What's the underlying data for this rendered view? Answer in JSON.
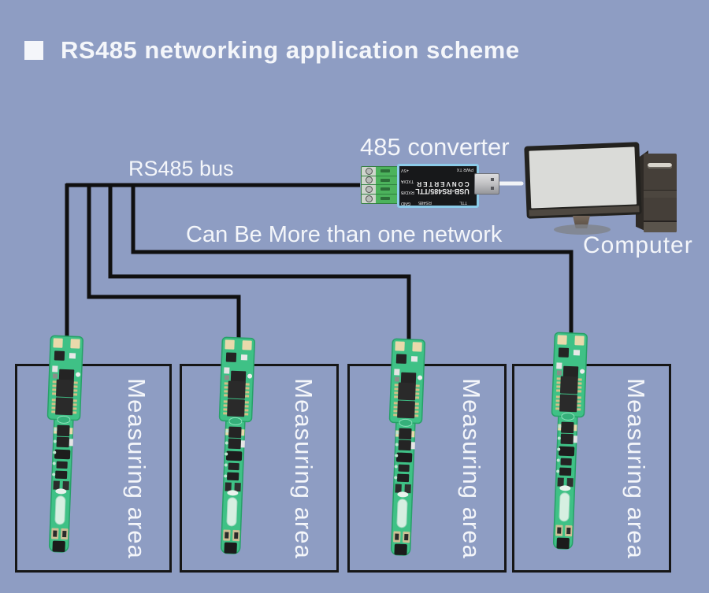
{
  "title": {
    "text": "RS485 networking application scheme"
  },
  "labels": {
    "bus": "RS485 bus",
    "converter": "485 converter",
    "network_note": "Can Be More than one network",
    "computer": "Computer"
  },
  "converter_device": {
    "name_line1": "USB-RS485/TTL",
    "name_line2": "CONVERTER",
    "pins": [
      "+5V",
      "TXD/A",
      "RXD/B",
      "GND"
    ],
    "status_leds": "PWR TX",
    "edge_left": "TTL",
    "edge_right": "RS485"
  },
  "measuring_areas": [
    {
      "label": "Measuring area"
    },
    {
      "label": "Measuring area"
    },
    {
      "label": "Measuring area"
    },
    {
      "label": "Measuring area"
    }
  ],
  "colors": {
    "bg": "#8e9dc3",
    "text": "#f4f6fa",
    "wire": "#101010",
    "boxline": "#161616",
    "link": "#f2f4f7",
    "pcb": "#3fc186",
    "pcbline": "#27a068",
    "chip": "#242424",
    "pad": "#e9d9ab",
    "gold": "#d4bf87",
    "term": "#4cb35c",
    "termlite": "#cfd6cd",
    "case": "#8ccbe9",
    "bodyblack": "#17181a",
    "usb": "#c4c4c6",
    "frame": "#23221f",
    "screen": "#dadbd8",
    "chin": "#4e4841",
    "towerfront": "#453f39",
    "towerside": "#2e2a26",
    "towerband": "#5a544c",
    "slot": "#d8d4cb",
    "stand": "#6a5c50",
    "base": "#80838a"
  }
}
